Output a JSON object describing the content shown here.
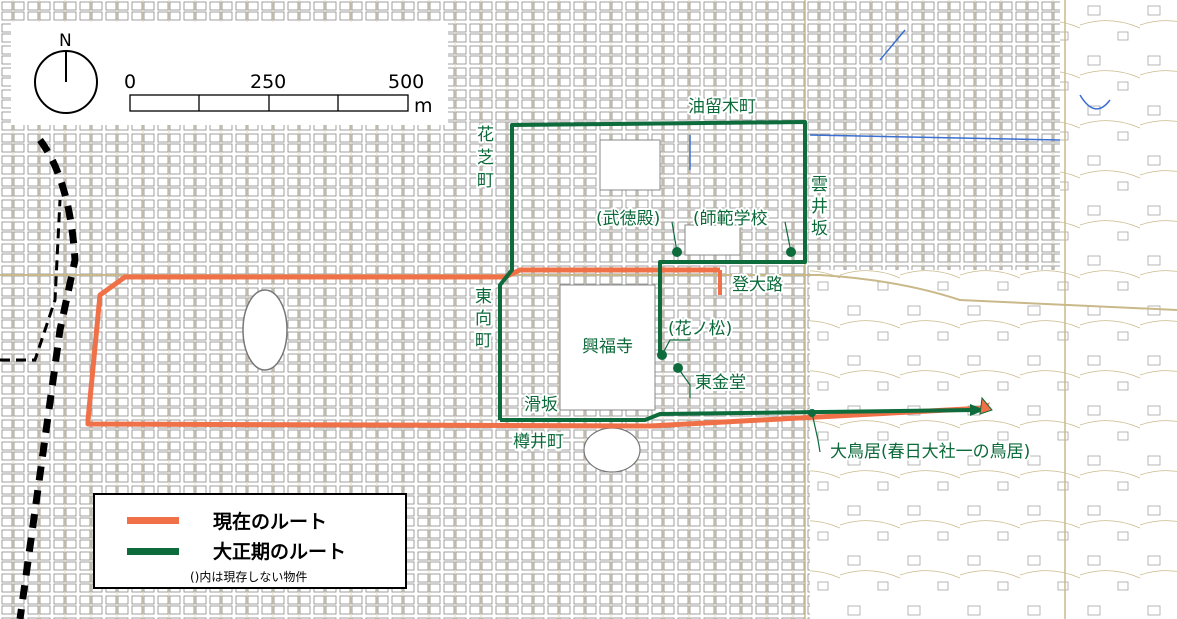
{
  "compass": {
    "letter": "N"
  },
  "scale": {
    "ticks": [
      "0",
      "250",
      "500"
    ],
    "unit": "m"
  },
  "labels": {
    "aburagicho": "油留木町",
    "hanashiba": [
      "花",
      "芝",
      "町"
    ],
    "kumoizaka": [
      "雲",
      "井",
      "坂"
    ],
    "higashimuki": [
      "東",
      "向",
      "町"
    ],
    "butokuden": "(武徳殿)",
    "shihan": "(師範学校",
    "nobori": "登大路",
    "hananomatsu": "(花ノ松)",
    "kofukuji": "興福寺",
    "tokondo": "東金堂",
    "namerazaka": "滑坂",
    "tarui": "樽井町",
    "otorii": "大鳥居(春日大社一の鳥居)"
  },
  "legend": {
    "current": {
      "label": "現在のルート",
      "color": "#f07048"
    },
    "taisho": {
      "label": "大正期のルート",
      "color": "#0d6b3c"
    },
    "note": "()内は現存しない物件"
  },
  "colors": {
    "current_route": "#f07048",
    "taisho_route": "#0d6b3c",
    "road_minor": "#c9b98a",
    "block": "#9a9a9a",
    "water": "#3b6fd0"
  }
}
